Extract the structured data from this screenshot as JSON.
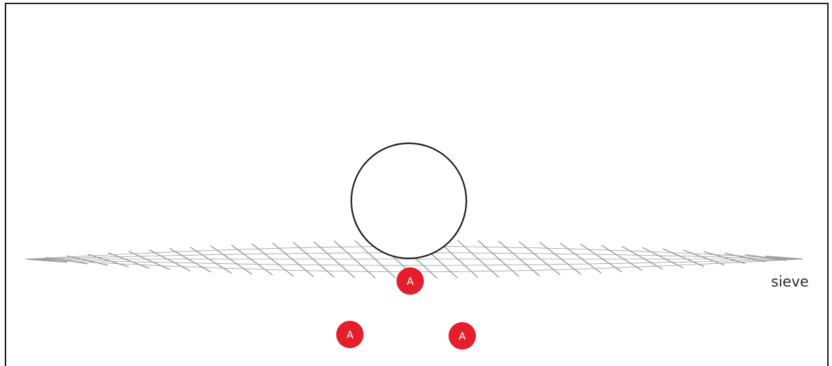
{
  "diagram": {
    "sieve_label": "sieve",
    "particle_label": "A",
    "colors": {
      "particle": "#e41e2b",
      "mesh": "#9a9a9a",
      "outline": "#1a1a1a"
    },
    "large_particle": {
      "name": "large-particle",
      "passes_sieve": false
    },
    "small_particles": [
      {
        "label": "A",
        "position": "in-sieve"
      },
      {
        "label": "A",
        "position": "below-left"
      },
      {
        "label": "A",
        "position": "below-right"
      }
    ]
  }
}
